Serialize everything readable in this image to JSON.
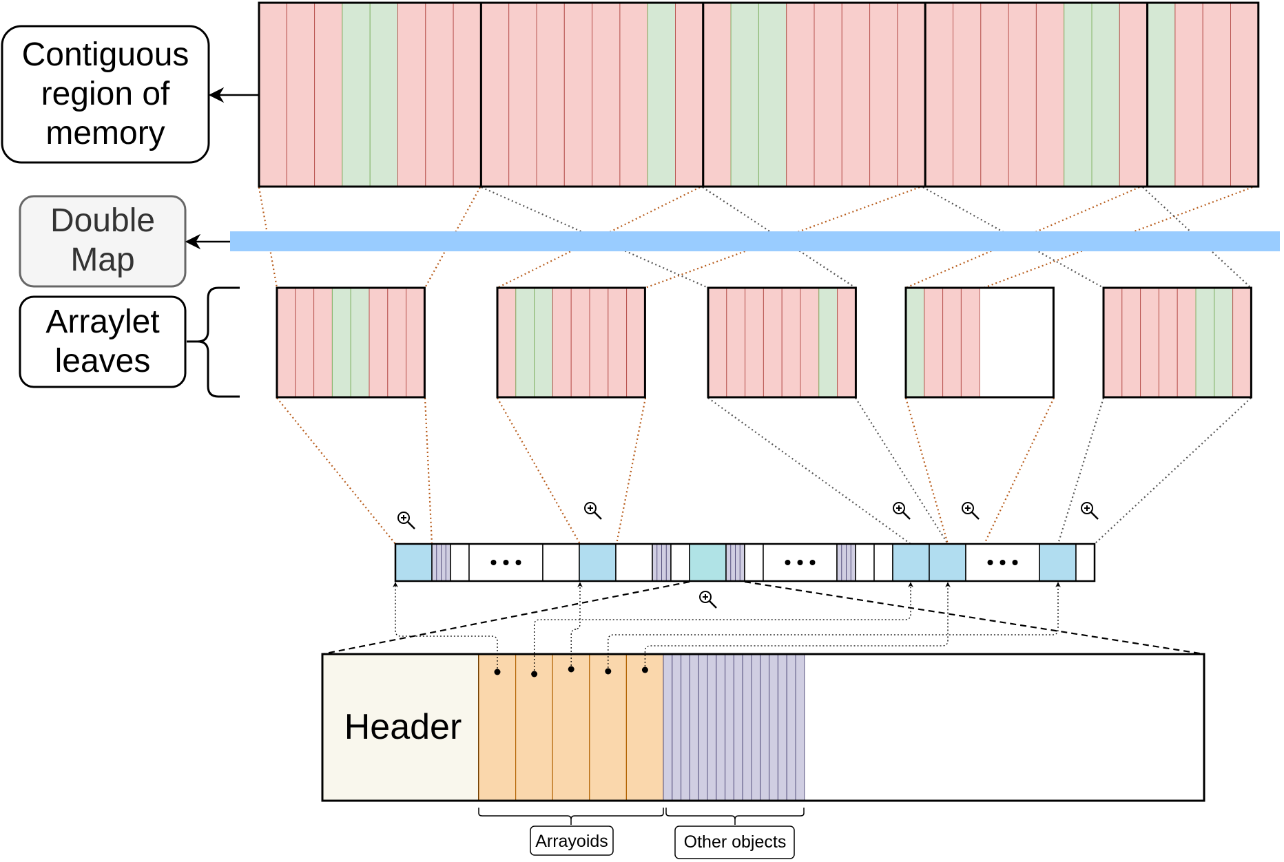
{
  "labels": {
    "contiguous_region": [
      "Contiguous",
      "region of",
      "memory"
    ],
    "double_map": [
      "Double",
      "Map"
    ],
    "arraylet_leaves": [
      "Arraylet",
      "leaves"
    ],
    "header": "Header",
    "arrayoids": "Arrayoids",
    "other_objects": "Other objects"
  },
  "colors": {
    "red_fill": "#f8cecc",
    "red_stroke": "#b85450",
    "green_fill": "#d5e8d4",
    "green_stroke": "#82b366",
    "blue_fill": "#b1ddf0",
    "teal_fill": "#b0e3e6",
    "purple_fill": "#d0cee2",
    "orange_fill": "#fad7ac",
    "double_map_bar": "#99ccff",
    "header_fill": "#f9f7ed",
    "double_map_box": "#f5f5f5"
  },
  "memory_region": {
    "blocks": [
      [
        "r",
        "r",
        "r",
        "g",
        "g",
        "r",
        "r",
        "r"
      ],
      [
        "r",
        "r",
        "r",
        "r",
        "r",
        "r",
        "g",
        "r"
      ],
      [
        "r",
        "g",
        "g",
        "r",
        "r",
        "r",
        "r",
        "r"
      ],
      [
        "r",
        "r",
        "r",
        "r",
        "r",
        "g",
        "g",
        "r"
      ],
      [
        "g",
        "r",
        "r",
        "r"
      ]
    ]
  },
  "arraylet_leaves": [
    [
      "r",
      "r",
      "r",
      "g",
      "g",
      "r",
      "r",
      "r"
    ],
    [
      "r",
      "g",
      "g",
      "r",
      "r",
      "r",
      "r",
      "r"
    ],
    [
      "r",
      "r",
      "r",
      "r",
      "r",
      "r",
      "g",
      "r"
    ],
    [
      "g",
      "r",
      "r",
      "r",
      "e",
      "e",
      "e",
      "e"
    ],
    [
      "r",
      "r",
      "r",
      "r",
      "r",
      "g",
      "g",
      "r"
    ]
  ],
  "heap_row": {
    "cells": [
      "arraylet",
      "objects",
      "empty",
      "ellipsis",
      "empty",
      "arraylet",
      "empty",
      "objects",
      "empty",
      "arrayoid",
      "objects",
      "empty",
      "ellipsis",
      "objects",
      "empty",
      "empty",
      "arraylet",
      "arraylet",
      "ellipsis",
      "arraylet",
      "empty"
    ]
  },
  "zoomed_object": {
    "arrayoid_count": 5,
    "other_object_lines": 16
  }
}
